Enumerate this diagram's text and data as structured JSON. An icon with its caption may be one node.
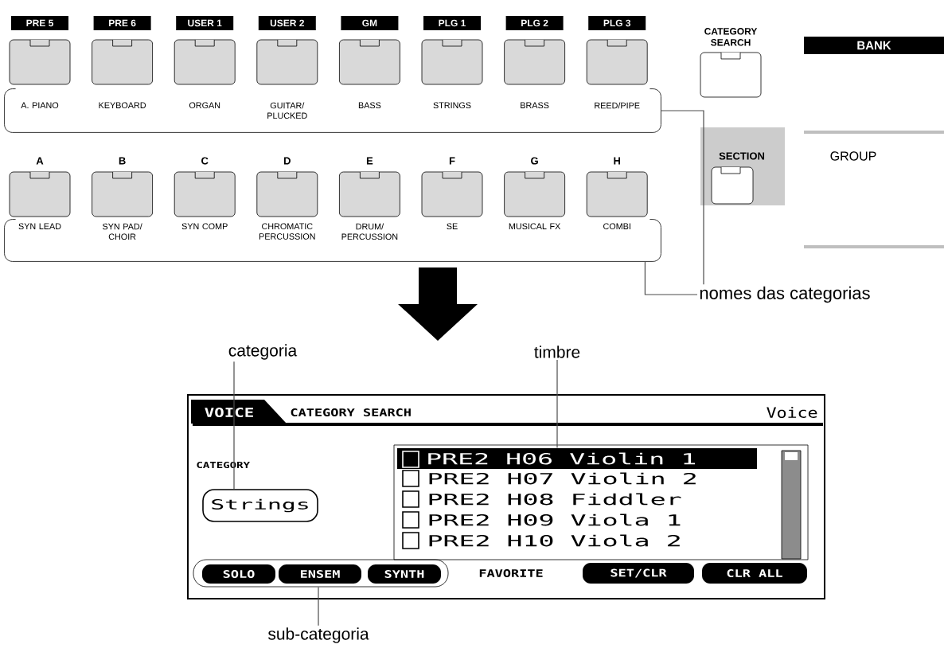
{
  "diagram": {
    "nodes": [
      {
        "text": [
          "A. PIANO",
          "KEYBOARD",
          "ORGAN",
          "GUITAR/ PLUCKED",
          "BASS",
          "STRINGS",
          "BRASS",
          "REED/PIPE"
        ]
      },
      {
        "text": [
          "SYN LEAD",
          "SYN PAD/ CHOIR",
          "SYN COMP",
          "CHROMATIC PERCUSSION",
          "DRUM/ PERCUSSION",
          "SE",
          "MUSICAL FX",
          "COMBI"
        ]
      },
      {
        "text": [
          "nomes das categorias"
        ]
      },
      {
        "text": [
          "categoria"
        ]
      },
      {
        "text": [
          "timbre"
        ]
      },
      {
        "text": [
          "VOICE",
          "CATEGORY SEARCH",
          "Voice",
          "CATEGORY",
          "FAVORITE",
          "SET/CLR",
          "CLR ALL"
        ]
      },
      {
        "text": [
          "Strings"
        ],
        "in": 5
      },
      {
        "text": [
          "PRE2 H07 Violin 2",
          "PRE2 H08 Fiddler",
          "PRE2 H09 Viola 1",
          "PRE2 H10 Viola 2"
        ],
        "in": 5
      },
      {
        "text": [
          "PRE2 H06 Violin 1"
        ],
        "in": 7
      },
      {
        "text": [
          "SOLO",
          "ENSEM",
          "SYNTH"
        ],
        "in": 5
      },
      {
        "text": [
          "sub-categoria"
        ]
      }
    ],
    "edges": [
      {
        "from": 2,
        "to": 0,
        "arrow": "none"
      },
      {
        "from": 2,
        "to": 1,
        "arrow": "none"
      },
      {
        "from": 3,
        "to": 6,
        "arrow": "none"
      },
      {
        "from": 4,
        "to": 8,
        "arrow": "none"
      },
      {
        "from": 10,
        "to": 9,
        "arrow": "none"
      }
    ],
    "labels": [
      "PRE 5",
      "PRE 6",
      "USER 1",
      "USER 2",
      "GM",
      "PLG 1",
      "PLG 2",
      "PLG 3",
      "CATEGORY SEARCH",
      "BANK",
      "A",
      "B",
      "C",
      "D",
      "E",
      "F",
      "G",
      "H",
      "SECTION",
      "GROUP"
    ]
  }
}
